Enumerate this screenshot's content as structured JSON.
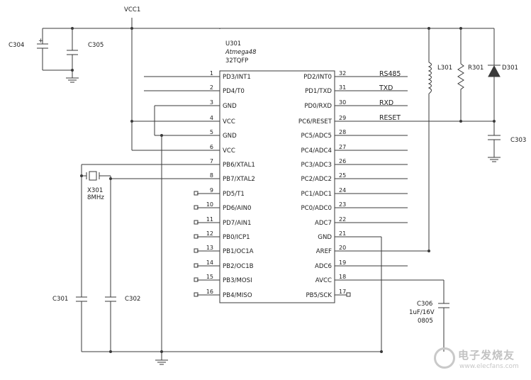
{
  "schematic": {
    "power": {
      "vcc": "VCC1"
    },
    "chip": {
      "ref": "U301",
      "part": "Atmega48",
      "package": "32TQFP"
    },
    "left_pins": [
      {
        "no": "1",
        "name": "PD3/INT1"
      },
      {
        "no": "2",
        "name": "PD4/T0"
      },
      {
        "no": "3",
        "name": "GND"
      },
      {
        "no": "4",
        "name": "VCC"
      },
      {
        "no": "5",
        "name": "GND"
      },
      {
        "no": "6",
        "name": "VCC"
      },
      {
        "no": "7",
        "name": "PB6/XTAL1"
      },
      {
        "no": "8",
        "name": "PB7/XTAL2"
      },
      {
        "no": "9",
        "name": "PD5/T1"
      },
      {
        "no": "10",
        "name": "PD6/AIN0"
      },
      {
        "no": "11",
        "name": "PD7/AIN1"
      },
      {
        "no": "12",
        "name": "PB0/ICP1"
      },
      {
        "no": "13",
        "name": "PB1/OC1A"
      },
      {
        "no": "14",
        "name": "PB2/OC1B"
      },
      {
        "no": "15",
        "name": "PB3/MOSI"
      },
      {
        "no": "16",
        "name": "PB4/MISO"
      }
    ],
    "right_pins": [
      {
        "no": "32",
        "name": "PD2/INT0"
      },
      {
        "no": "31",
        "name": "PD1/TXD"
      },
      {
        "no": "30",
        "name": "PD0/RXD"
      },
      {
        "no": "29",
        "name": "PC6/RESET"
      },
      {
        "no": "28",
        "name": "PC5/ADC5"
      },
      {
        "no": "27",
        "name": "PC4/ADC4"
      },
      {
        "no": "26",
        "name": "PC3/ADC3"
      },
      {
        "no": "25",
        "name": "PC2/ADC2"
      },
      {
        "no": "24",
        "name": "PC1/ADC1"
      },
      {
        "no": "23",
        "name": "PC0/ADC0"
      },
      {
        "no": "22",
        "name": "ADC7"
      },
      {
        "no": "21",
        "name": "GND"
      },
      {
        "no": "20",
        "name": "AREF"
      },
      {
        "no": "19",
        "name": "ADC6"
      },
      {
        "no": "18",
        "name": "AVCC"
      },
      {
        "no": "17",
        "name": "PB5/SCK"
      }
    ],
    "nets": {
      "rs485": "RS485",
      "txd": "TXD",
      "rxd": "RXD",
      "reset": "RESET"
    },
    "components": {
      "c304": "C304",
      "c305": "C305",
      "c301": "C301",
      "c302": "C302",
      "c303": "C303",
      "c306": {
        "ref": "C306",
        "value": "1uF/16V",
        "package": "0805"
      },
      "l301": "L301",
      "r301": "R301",
      "d301": "D301",
      "x301": {
        "ref": "X301",
        "value": "8MHz"
      }
    }
  },
  "watermark": {
    "text": "电子发烧友",
    "url": "www.elecfans.com"
  }
}
